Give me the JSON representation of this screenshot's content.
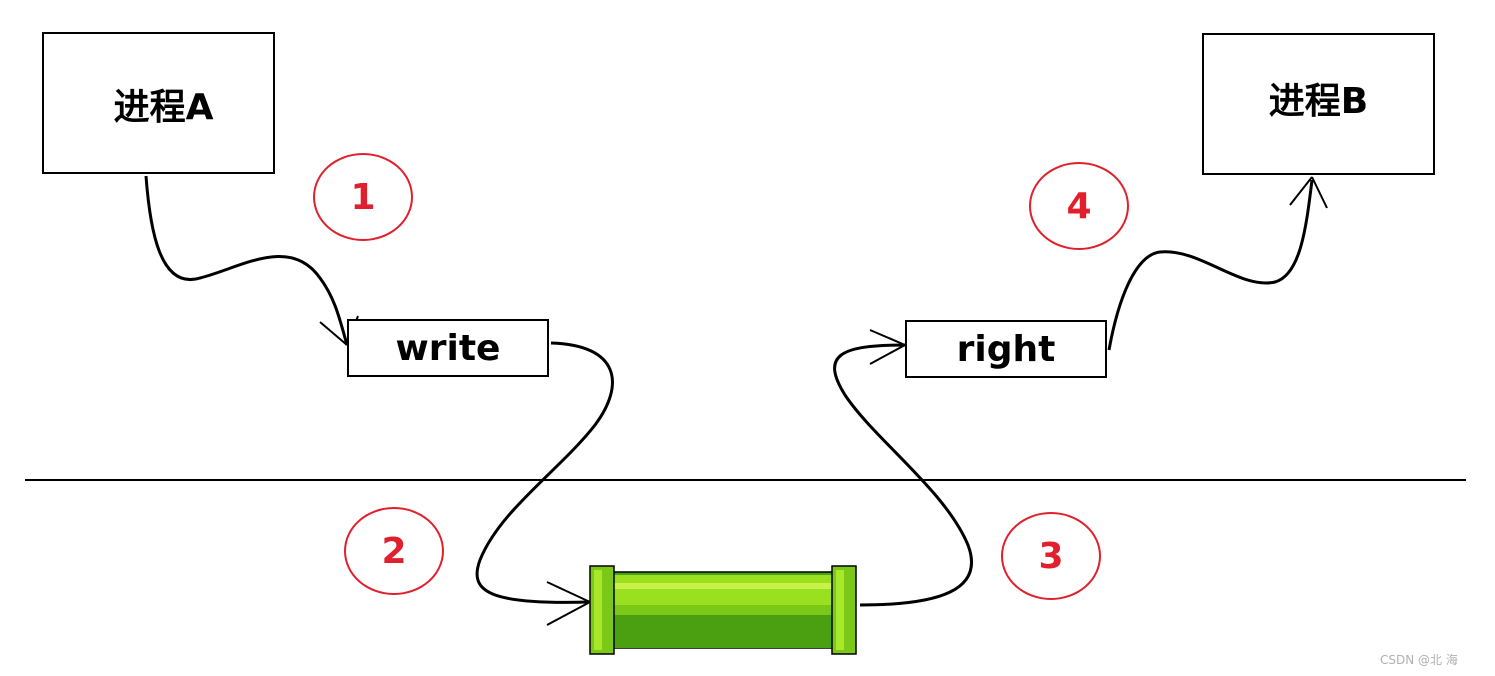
{
  "nodes": {
    "process_a": "进程A",
    "process_b": "进程B",
    "write": "write",
    "right": "right"
  },
  "steps": [
    "1",
    "2",
    "3",
    "4"
  ],
  "watermark": "CSDN @北 海",
  "colors": {
    "step": "#e0202c",
    "pipe_light": "#9be01f",
    "pipe_dark": "#4aa010",
    "line": "#000000"
  }
}
